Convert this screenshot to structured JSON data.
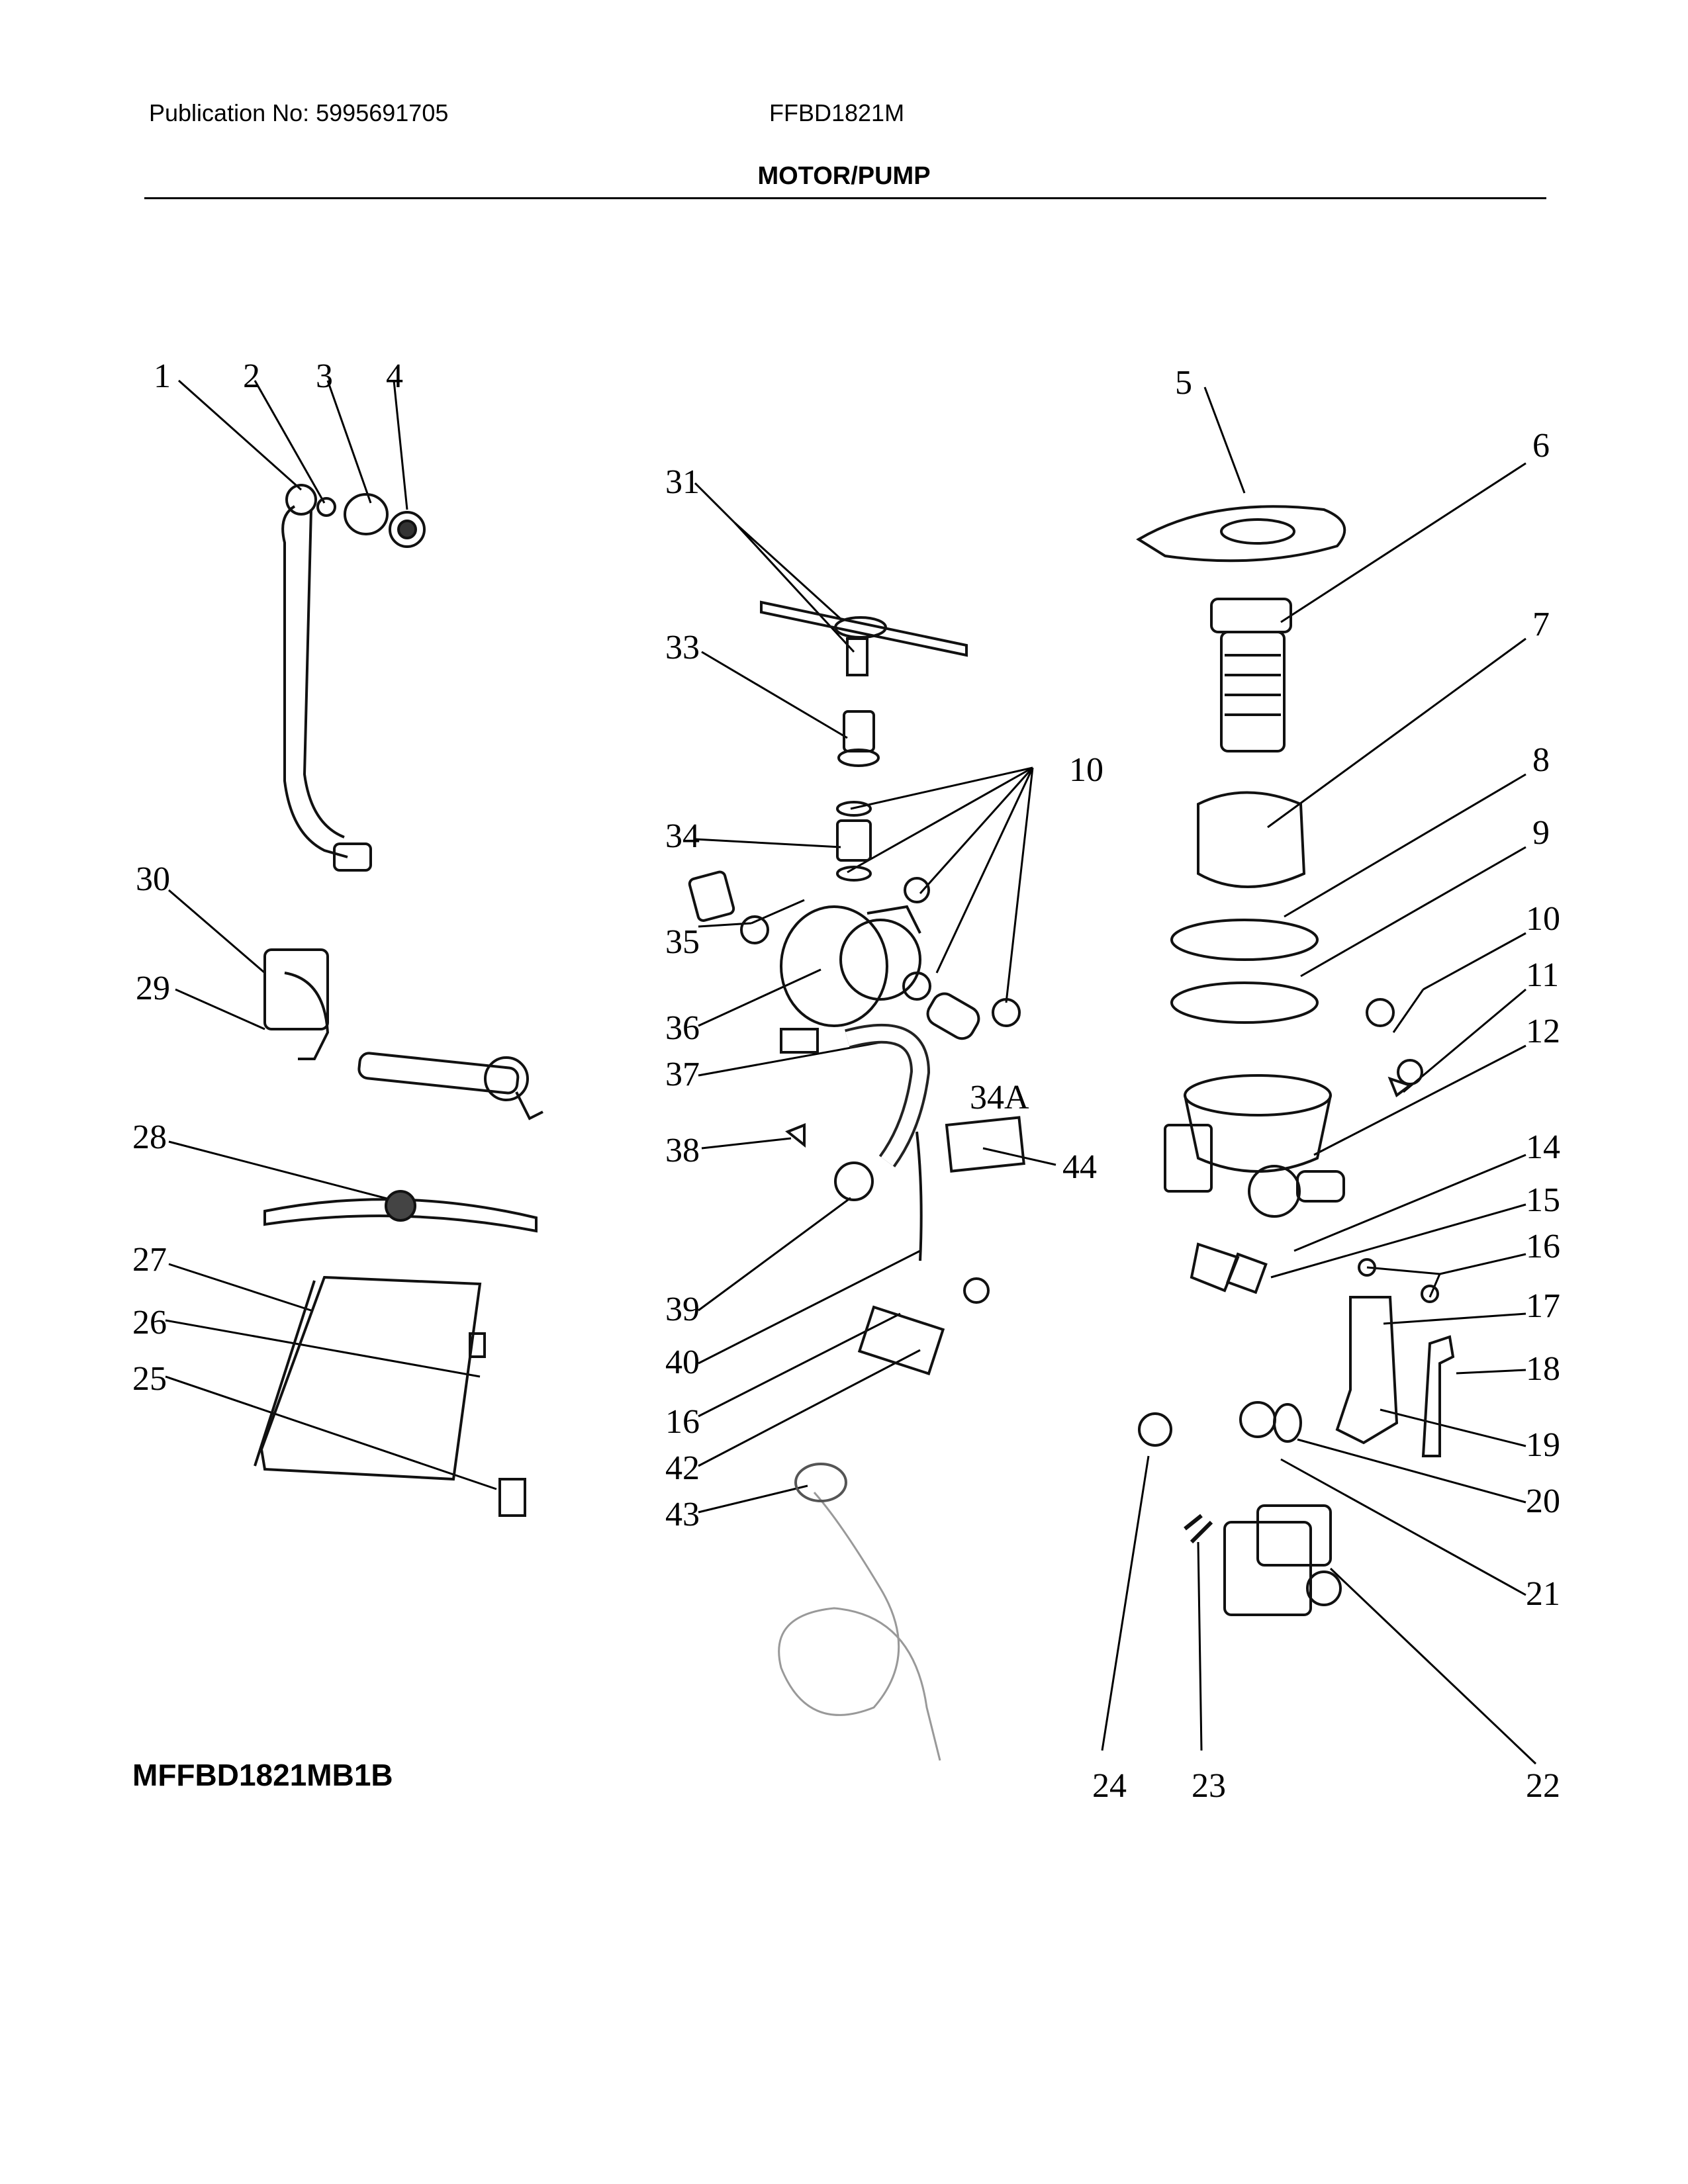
{
  "header": {
    "publication": "Publication No: 5995691705",
    "model": "FFBD1821M",
    "section_title": "MOTOR/PUMP"
  },
  "footer": {
    "catalog_code": "MFFBD1821MB1B"
  },
  "callouts": [
    "1",
    "2",
    "3",
    "4",
    "5",
    "6",
    "7",
    "8",
    "9",
    "10",
    "10",
    "10",
    "11",
    "12",
    "14",
    "15",
    "16",
    "16",
    "17",
    "18",
    "19",
    "20",
    "21",
    "22",
    "23",
    "24",
    "25",
    "26",
    "27",
    "28",
    "29",
    "30",
    "31",
    "33",
    "34",
    "34A",
    "35",
    "36",
    "37",
    "38",
    "39",
    "40",
    "42",
    "43",
    "44"
  ]
}
